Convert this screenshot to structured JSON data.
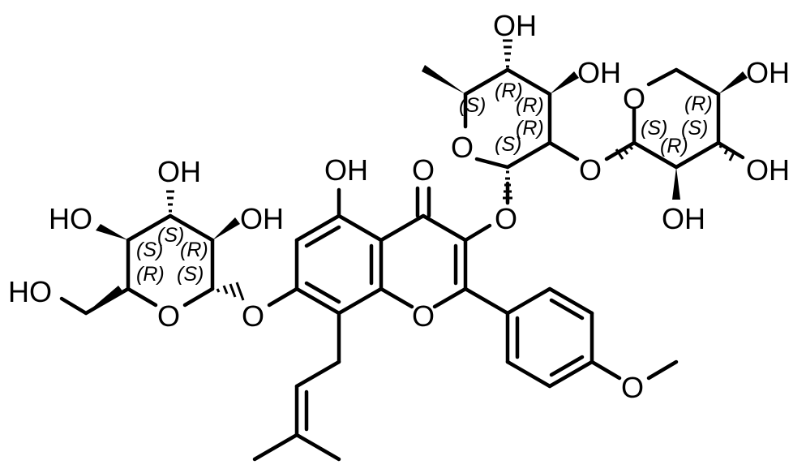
{
  "colors": {
    "bond": "#000000",
    "background": "#ffffff"
  },
  "atom_labels": {
    "top_oh": "OH",
    "rha_oh": "OH",
    "xyl_ring_o": "O",
    "xyl_oh_right": "OH",
    "rha_ring_o": "O",
    "link_o_rha_xyl": "O",
    "xyl_oh_mid": "OH",
    "xyl_oh_bottom": "OH",
    "c5_oh": "OH",
    "c4_o": "O",
    "c3_o": "O",
    "glc_oh_top": "OH",
    "glc_oh_left": "HO",
    "glc_oh_right": "OH",
    "glc_ch2oh": "HO",
    "glc_ring_o": "O",
    "c7_o": "O",
    "ring_c_o": "O",
    "methoxy_o": "O"
  },
  "stereo_labels": {
    "rha_1": "(S)",
    "rha_2": "(R)",
    "rha_3": "(R)",
    "rha_4": "(R)",
    "rha_5": "(S)",
    "xyl_1": "(R)",
    "xyl_2": "(S)",
    "xyl_3": "(S)",
    "xyl_4": "(R)",
    "glc_1": "(S)",
    "glc_2": "(R)",
    "glc_3": "(S)",
    "glc_4": "(R)",
    "glc_5": "(S)"
  }
}
